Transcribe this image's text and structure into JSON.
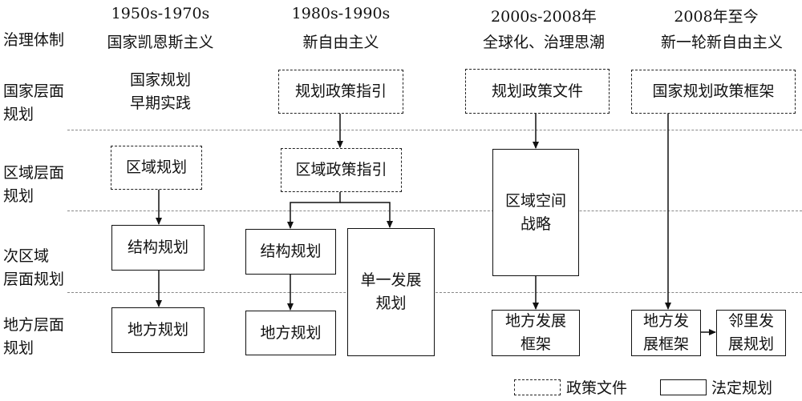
{
  "periods": [
    "1950s-1970s",
    "1980s-1990s",
    "2000s-2008年",
    "2008年至今"
  ],
  "row_labels": {
    "governance": "治理体制",
    "national": "国家层面\n规划",
    "regional": "区域层面\n规划",
    "subregional": "次区域\n层面规划",
    "local": "地方层面\n规划"
  },
  "ideologies": [
    "国家凯恩斯主义",
    "新自由主义",
    "全球化、治理思潮",
    "新一轮新自由主义"
  ],
  "p1": {
    "national": "国家规划\n早期实践",
    "regional": "区域规划",
    "subregional": "结构规划",
    "local": "地方规划"
  },
  "p2": {
    "national": "规划政策指引",
    "regional": "区域政策指引",
    "subregional": "结构规划",
    "local": "地方规划",
    "single": "单一发展\n规划"
  },
  "p3": {
    "national": "规划政策文件",
    "regional": "区域空间\n战略",
    "local": "地方发展\n框架"
  },
  "p4": {
    "national": "国家规划政策框架",
    "local_a": "地方发\n展框架",
    "local_b": "邻里发\n展规划"
  },
  "legend": {
    "policy": "政策文件",
    "statutory": "法定规划"
  }
}
